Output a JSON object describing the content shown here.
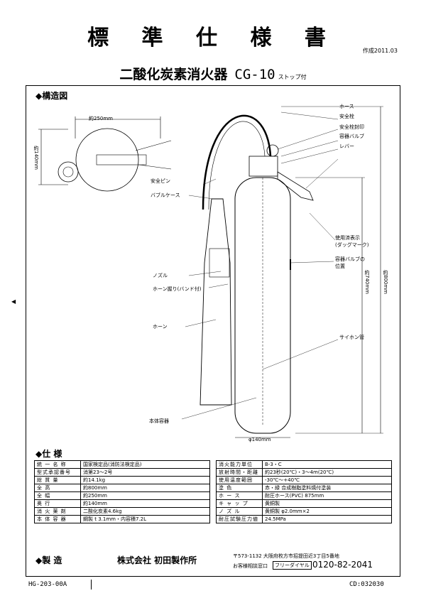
{
  "title": "標 準 仕 様 書",
  "date": "作成2011.03",
  "product": {
    "name": "二酸化炭素消火器",
    "model": "CG-10",
    "suffix": "ストップ付"
  },
  "structure": {
    "heading": "◆構造図",
    "dim_width": "約250mm",
    "dim_height": "約140mm",
    "dim_height_label": "約740mm",
    "dim_total_height": "約800mm",
    "dim_diameter": "φ140mm",
    "labels": {
      "hose": "ホース",
      "safety_plug": "安全栓",
      "safety_seal": "安全栓封印",
      "valve": "容器バルブ",
      "lever": "レバー",
      "safety_pin": "安全ピン",
      "bubble_case": "バブルケース",
      "usage_mark": "使用済表示\n(ダッグマーク)",
      "valve_location": "容器バルブの\n位置",
      "nozzle": "ノズル",
      "horn_grip": "ホーン握り(バンド付)",
      "horn": "ホーン",
      "siphon": "サイホン管",
      "container": "本体容器"
    }
  },
  "spec": {
    "heading": "◆仕 様",
    "left": [
      {
        "k": "統 一 名 称",
        "v": "国家検定品(消防法検定品)"
      },
      {
        "k": "型式承認番号",
        "v": "消第23～2号"
      },
      {
        "k": "総 質 量",
        "v": "約14.1kg"
      },
      {
        "k": "全 高",
        "v": "約800mm"
      },
      {
        "k": "全 幅",
        "v": "約250mm"
      },
      {
        "k": "奥 行",
        "v": "約140mm"
      },
      {
        "k": "消 火 薬 剤",
        "v": "二酸化炭素4.6kg"
      },
      {
        "k": "本 体 容 器",
        "v": "鋼製 t 3.1mm・内容積7.2L"
      }
    ],
    "right": [
      {
        "k": "消火能力単位",
        "v": "B-3・C"
      },
      {
        "k": "放射時間・距離",
        "v": "約23秒(20℃)・3～4m(20℃)"
      },
      {
        "k": "使用温度範囲",
        "v": "-30℃～+40℃"
      },
      {
        "k": "塗 色",
        "v": "赤・緑 合成樹脂塗料焼付塗装"
      },
      {
        "k": "ホ ー ス",
        "v": "耐圧ホース(PVC) 875mm"
      },
      {
        "k": "キ ャ ッ プ",
        "v": "黄銅製"
      },
      {
        "k": "ノ ズ ル",
        "v": "黄銅製 φ2.0mm×2"
      },
      {
        "k": "耐圧試験圧力値",
        "v": "24.5MPa"
      }
    ]
  },
  "maker": {
    "heading": "◆製 造",
    "company": "株式会社 初田製作所",
    "address": "〒573-1132 大阪府枚方市招提田近3丁目5番地",
    "contact_label": "お客様相談窓口",
    "free_dial_icon": "フリーダイヤル",
    "phone": "0120-82-2041"
  },
  "footer": {
    "doc_no": "HG-203-00A",
    "cd": "CD:032030"
  }
}
